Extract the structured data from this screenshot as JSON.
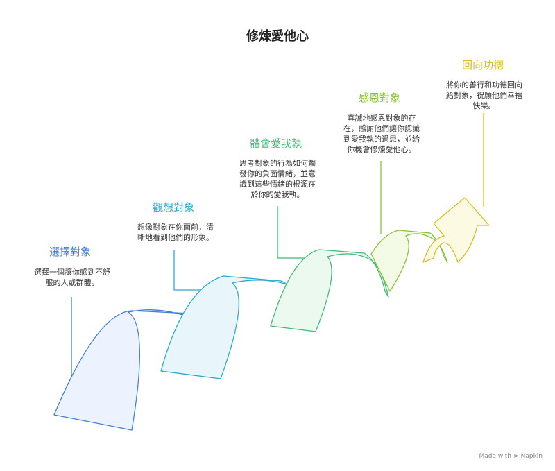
{
  "title": "修煉愛他心",
  "steps": [
    {
      "title": "選擇對象",
      "desc": [
        "選擇一個讓你感到不舒",
        "服的人或群體。"
      ],
      "color": "#3f7fd6",
      "fill": "#edf3fe"
    },
    {
      "title": "觀想對象",
      "desc": [
        "想像對象在你面前，清",
        "晰地看到他們的形象。"
      ],
      "color": "#2aa9cf",
      "fill": "#e8f6fc"
    },
    {
      "title": "體會愛我執",
      "desc": [
        "思考對象的行為如何觸",
        "發你的負面情緒，並意",
        "識到這些情緒的根源在",
        "於你的愛我執。"
      ],
      "color": "#3dbb78",
      "fill": "#ebf9ef"
    },
    {
      "title": "感恩對象",
      "desc": [
        "真誠地感恩對象的存",
        "在，感謝他們讓你認識",
        "到愛我執的過患，並給",
        "你機會修煉愛他心。"
      ],
      "color": "#86c236",
      "fill": "#f3fae6"
    },
    {
      "title": "回向功德",
      "desc": [
        "將你的善行和功德回向",
        "給對象，祝願他們幸福",
        "快樂。"
      ],
      "color": "#d8bd1e",
      "fill": "#fdfae3"
    }
  ],
  "footer": {
    "made_with": "Made with",
    "brand": "Napkin"
  }
}
